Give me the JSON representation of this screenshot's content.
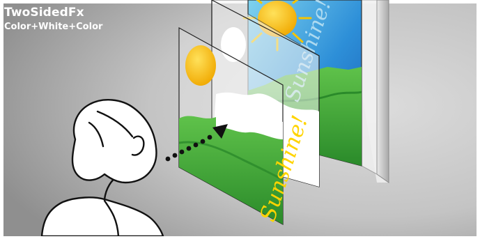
{
  "header": {
    "title": "TwoSidedFx",
    "subtitle": "Color+White+Color"
  },
  "illustration": {
    "front_panel_text": "Sunshine!",
    "back_panel_text": "Sunshine!",
    "icons": {
      "sun": "sun-icon",
      "viewer": "person-icon",
      "arrow": "dotted-arrow-icon"
    }
  },
  "colors": {
    "background_light": "#d5d5d5",
    "background_dark": "#9a9a9a",
    "sky_blue": "#1e73c8",
    "sky_cyan": "#7fd2ee",
    "grass_green": "#3aa83a",
    "grass_dark": "#2a8a2a",
    "sun_yellow": "#f2b300",
    "text_yellow": "#ffd400",
    "white_layer": "#ffffff",
    "mount_gray": "#b8b8b8"
  }
}
